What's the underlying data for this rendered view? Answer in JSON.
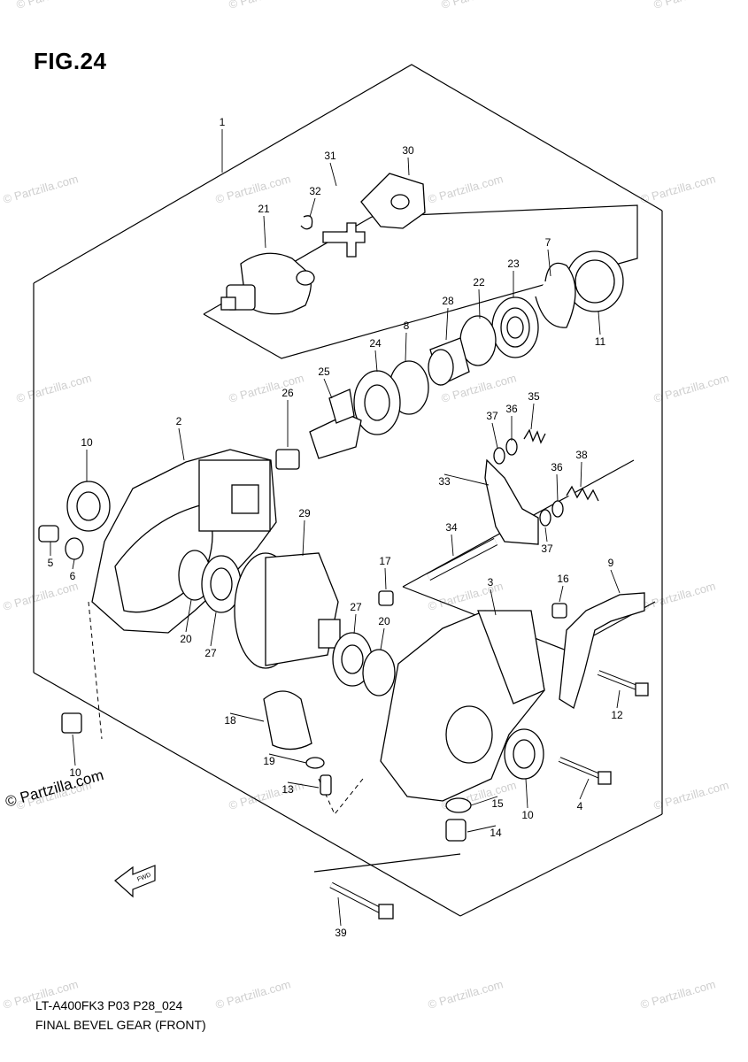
{
  "figure": {
    "title": "FIG.24",
    "model_code": "LT-A400FK3 P03 P28_024",
    "caption": "FINAL BEVEL GEAR (FRONT)"
  },
  "watermarks": {
    "text": "© Partzilla.com",
    "side_text": "© Partzilla.com"
  },
  "direction_marker": "FWD",
  "callouts": [
    "1",
    "2",
    "3",
    "4",
    "5",
    "6",
    "7",
    "8",
    "9",
    "10",
    "10",
    "10",
    "11",
    "12",
    "13",
    "14",
    "15",
    "16",
    "17",
    "18",
    "19",
    "20",
    "20",
    "21",
    "22",
    "23",
    "24",
    "25",
    "26",
    "27",
    "27",
    "28",
    "29",
    "30",
    "31",
    "32",
    "33",
    "34",
    "35",
    "36",
    "36",
    "37",
    "37",
    "38",
    "39"
  ]
}
